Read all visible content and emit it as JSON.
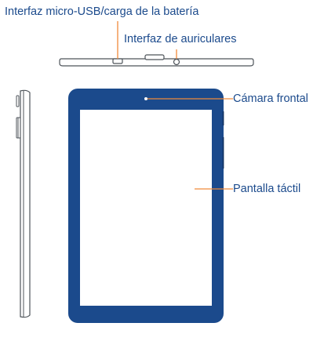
{
  "labels": {
    "micro_usb": "Interfaz micro-USB/carga de la batería",
    "headphones": "Interfaz de auriculares",
    "front_camera": "Cámara frontal",
    "touchscreen": "Pantalla táctil"
  },
  "colors": {
    "device_blue": "#1b4a8c",
    "callout_orange": "#f08a3a",
    "screen_white": "#ffffff",
    "outline_gray": "#4d5359"
  }
}
